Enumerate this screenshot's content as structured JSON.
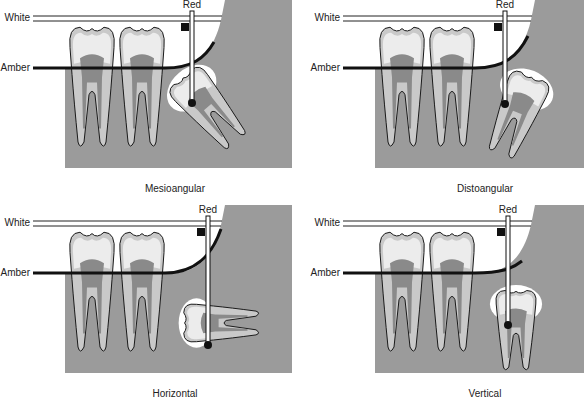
{
  "diagram": {
    "labels": [
      "White",
      "Red",
      "Amber",
      "Mesioangular",
      "White",
      "Red",
      "Amber",
      "Distoangular",
      "White",
      "Red",
      "Amber",
      "Horizontal",
      "White",
      "Red",
      "Amber",
      "Vertical"
    ]
  }
}
